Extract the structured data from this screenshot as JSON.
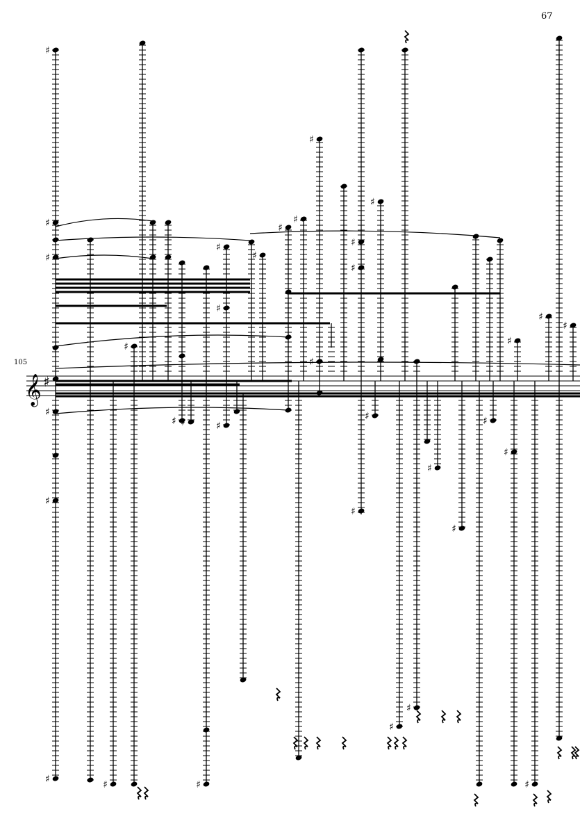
{
  "page": {
    "number": "67"
  },
  "score": {
    "measure_number": "105",
    "clef": "treble-clef",
    "key_signature": "one-sharp",
    "ink_color": "#000000"
  }
}
